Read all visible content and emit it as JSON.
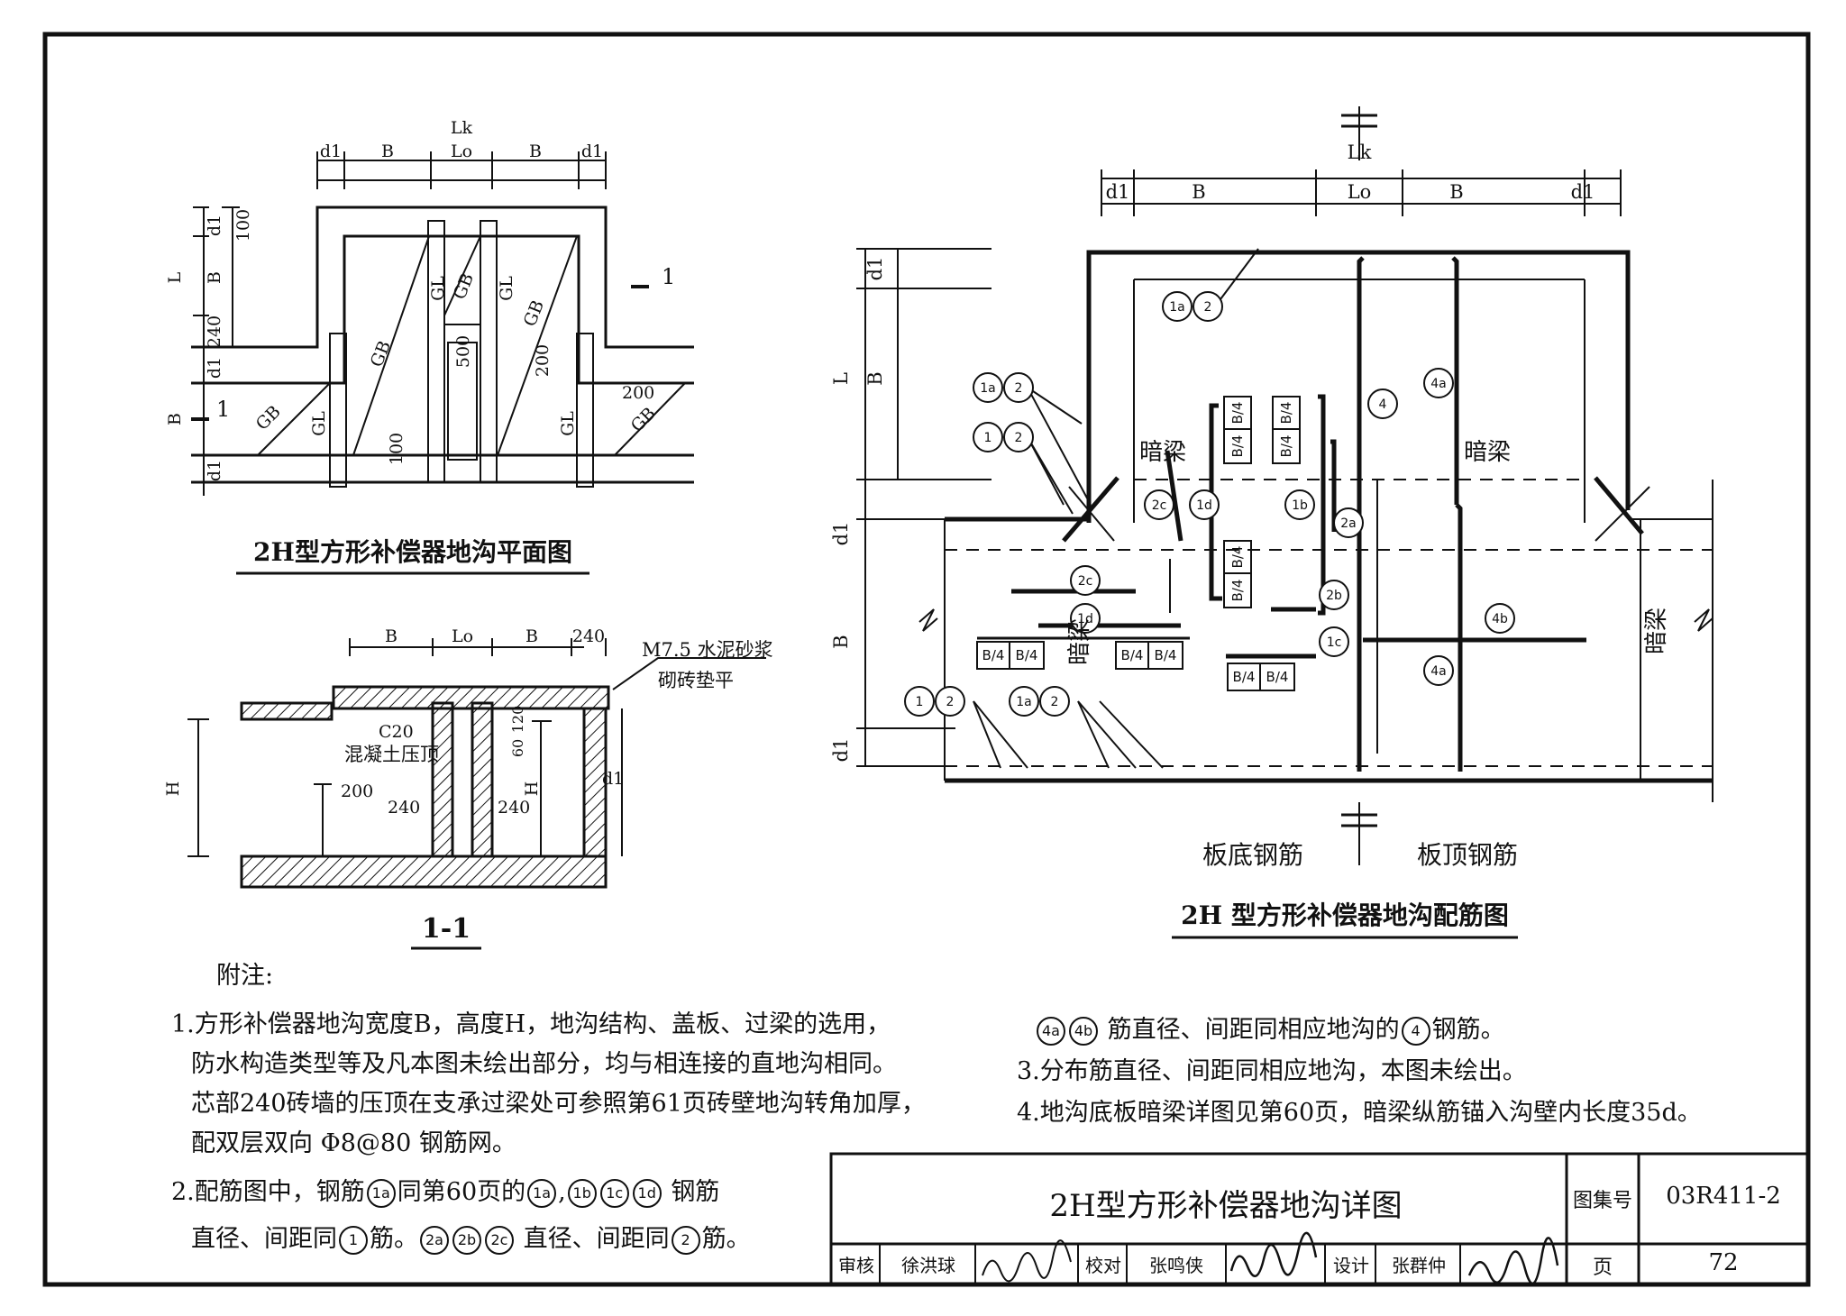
{
  "plan": {
    "title": "2H型方形补偿器地沟平面图",
    "dim_top": "Lk",
    "dims": [
      "d1",
      "B",
      "Lo",
      "B",
      "d1"
    ],
    "dims_left": [
      "d1",
      "100",
      "B",
      "L",
      "240",
      "d1",
      "B",
      "d1"
    ],
    "labels": {
      "gb": "GB",
      "gl": "GL",
      "n200": "200",
      "n500": "500",
      "n100": "100",
      "section_mark": "1"
    }
  },
  "section": {
    "title": "1-1",
    "dims": [
      "B",
      "Lo",
      "B",
      "240"
    ],
    "note_mortar_1": "M7.5 水泥砂浆",
    "note_mortar_2": "砌砖垫平",
    "note_concrete_1": "C20",
    "note_concrete_2": "混凝土压顶",
    "labels": {
      "h": "H",
      "n200": "200",
      "n240": "240",
      "n60": "60",
      "n120": "120",
      "d1": "d1"
    }
  },
  "rebar": {
    "title": "2H 型方形补偿器地沟配筋图",
    "dim_top": "Lk",
    "dims": [
      "d1",
      "B",
      "Lo",
      "B",
      "d1"
    ],
    "dims_left": [
      "d1",
      "B",
      "L",
      "d1",
      "B",
      "d1"
    ],
    "dark_beam": "暗梁",
    "bottom_bars": "板底钢筋",
    "top_bars": "板顶钢筋",
    "b4": "B/4",
    "marks": {
      "1a": "1a",
      "1": "1",
      "2": "2",
      "1b": "1b",
      "1c": "1c",
      "1d": "1d",
      "2a": "2a",
      "2b": "2b",
      "2c": "2c",
      "4": "4",
      "4a": "4a",
      "4b": "4b"
    }
  },
  "notes": {
    "heading": "附注:",
    "n1_l1": "1.方形补偿器地沟宽度B，高度H，地沟结构、盖板、过梁的选用，",
    "n1_l2": "防水构造类型等及凡本图未绘出部分，均与相连接的直地沟相同。",
    "n1_l3": "芯部240砖墙的压顶在支承过梁处可参照第61页砖壁地沟转角加厚，",
    "n1_l4": "配双层双向 Φ8@80  钢筋网。",
    "n2_l1a": "2.配筋图中，钢筋",
    "n2_l1b": "同第60页的",
    "n2_l1c": "钢筋",
    "n2_l2a": "直径、间距同",
    "n2_l2b": "筋。",
    "n2_l2c": "直径、间距同",
    "n2_l2d": "筋。",
    "n3_cont": "筋直径、间距同相应地沟的",
    "n3_cont_b": "钢筋。",
    "n3": "3.分布筋直径、间距同相应地沟，本图未绘出。",
    "n4": "4.地沟底板暗梁详图见第60页，暗梁纵筋锚入沟壁内长度35d。"
  },
  "title_block": {
    "drawing_title": "2H型方形补偿器地沟详图",
    "atlas_label": "图集号",
    "atlas_no": "03R411-2",
    "review_label": "审核",
    "reviewer": "徐洪球",
    "check_label": "校对",
    "checker": "张鸣侠",
    "design_label": "设计",
    "designer": "张群仲",
    "page_label": "页",
    "page_no": "72"
  }
}
